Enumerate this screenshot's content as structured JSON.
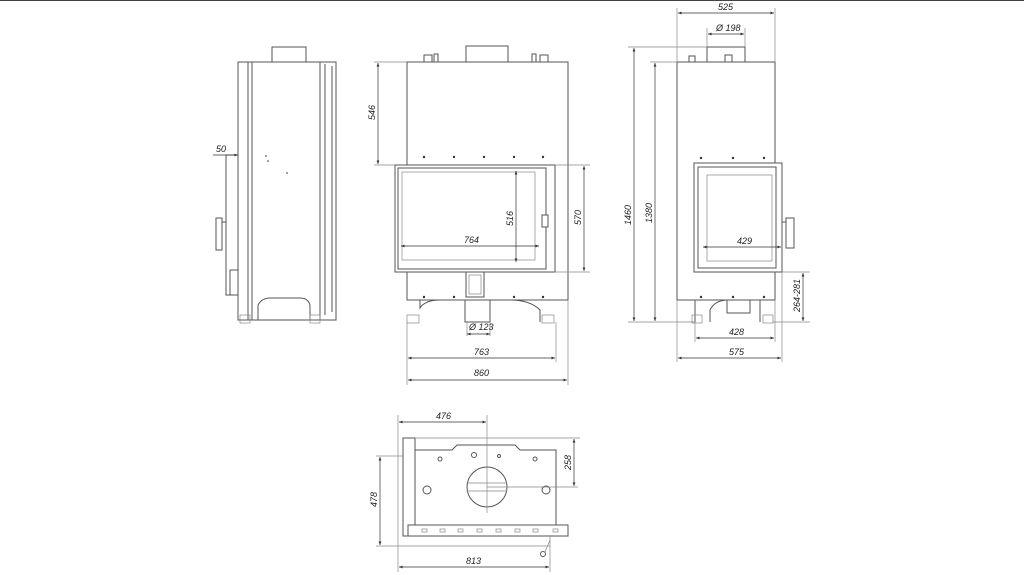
{
  "drawing": {
    "side_view": {
      "depth_offset": "50"
    },
    "front_view": {
      "top_height": "546",
      "door_height": "570",
      "glass_height": "516",
      "glass_width": "764",
      "air_inlet_diameter": "Ø 123",
      "inner_width": "763",
      "overall_width": "860"
    },
    "right_view": {
      "top_width": "525",
      "flue_diameter": "Ø 198",
      "overall_height": "1460",
      "body_height": "1380",
      "glass_width": "429",
      "door_bottom_height": "264-281",
      "base_width": "428",
      "overall_depth": "575"
    },
    "plan_view": {
      "flue_offset_x": "476",
      "flue_offset_y": "258",
      "depth": "478",
      "width": "813"
    }
  }
}
